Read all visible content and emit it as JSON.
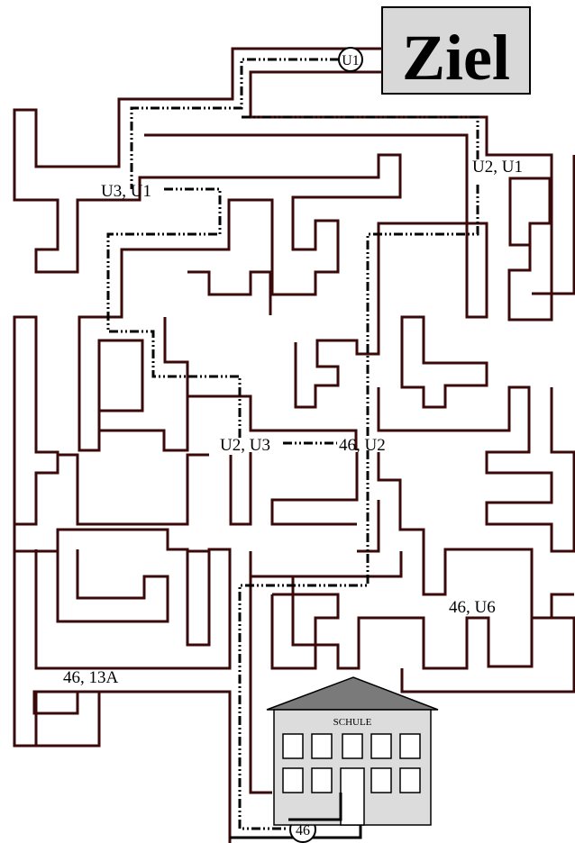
{
  "goal": {
    "label": "Ziel",
    "box_color": "#d8d8d8"
  },
  "school": {
    "label": "SCHULE",
    "roof_color": "#7a7a7a",
    "wall_color": "#dcdcdc"
  },
  "stops": [
    {
      "id": "stop-u1",
      "label": "U1"
    },
    {
      "id": "stop-46",
      "label": "46"
    }
  ],
  "route_labels": {
    "u2_u1": "U2, U1",
    "u3_u1": "U3, U1",
    "u2_u3": "U2, U3",
    "46_u2": "46, U2",
    "46_u6": "46, U6",
    "46_13a": "46, 13A"
  },
  "colors": {
    "wall": "#3a0a0a",
    "route": "#000000"
  }
}
